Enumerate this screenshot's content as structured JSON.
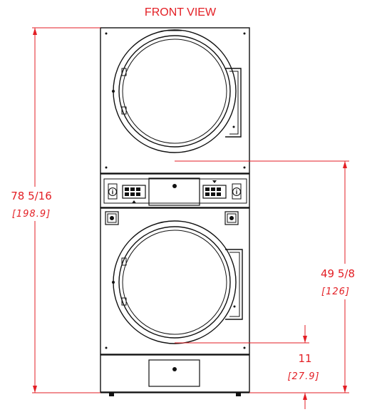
{
  "view_title": "FRONT VIEW",
  "dimensions": {
    "overall_height": {
      "imperial": "78 5/16",
      "metric": "[198.9]"
    },
    "lower_door_height": {
      "imperial": "49 5/8",
      "metric": "[126]"
    },
    "lower_door_sill": {
      "imperial": "11",
      "metric": "[27.9]"
    }
  },
  "colors": {
    "dimension": "#e31e24",
    "outline": "#111111"
  }
}
